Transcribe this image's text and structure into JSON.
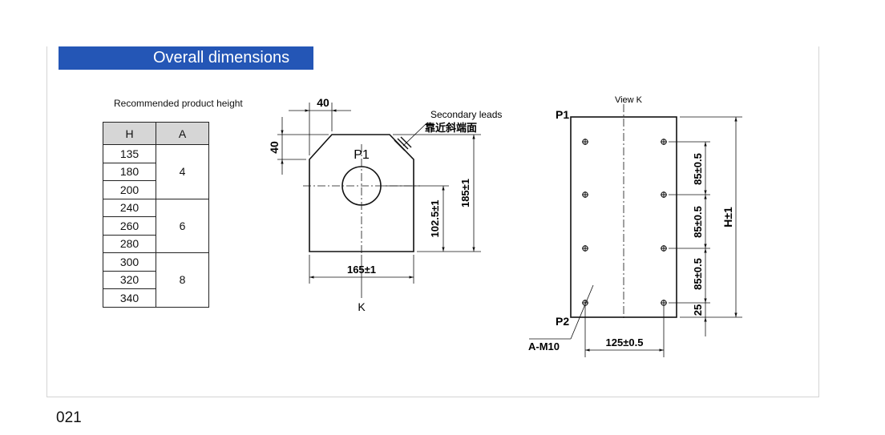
{
  "header": {
    "title": "Overall dimensions"
  },
  "footer": {
    "page_number": "021"
  },
  "table": {
    "caption": "Recommended product height",
    "columns": [
      "H",
      "A"
    ],
    "groups": [
      {
        "heights": [
          "135",
          "180",
          "200"
        ],
        "a": "4"
      },
      {
        "heights": [
          "240",
          "260",
          "280"
        ],
        "a": "6"
      },
      {
        "heights": [
          "300",
          "320",
          "340"
        ],
        "a": "8"
      }
    ]
  },
  "front_view": {
    "dim_top_width": "40",
    "dim_top_height": "40",
    "label_p1": "P1",
    "secondary_leads_label": "Secondary leads",
    "secondary_leads_note": "靠近斜端面",
    "dim_center_height": "102.5±1",
    "dim_total_height": "185±1",
    "dim_width": "165±1",
    "view_arrow_label": "K"
  },
  "side_view": {
    "view_label": "View K",
    "label_p1": "P1",
    "label_p2": "P2",
    "label_thread": "A-M10",
    "dim_hole_spacing": "125±0.5",
    "dim_pitch_1": "85±0.5",
    "dim_pitch_2": "85±0.5",
    "dim_pitch_3": "85±0.5",
    "dim_bottom_offset": "25",
    "dim_height": "H±1"
  }
}
